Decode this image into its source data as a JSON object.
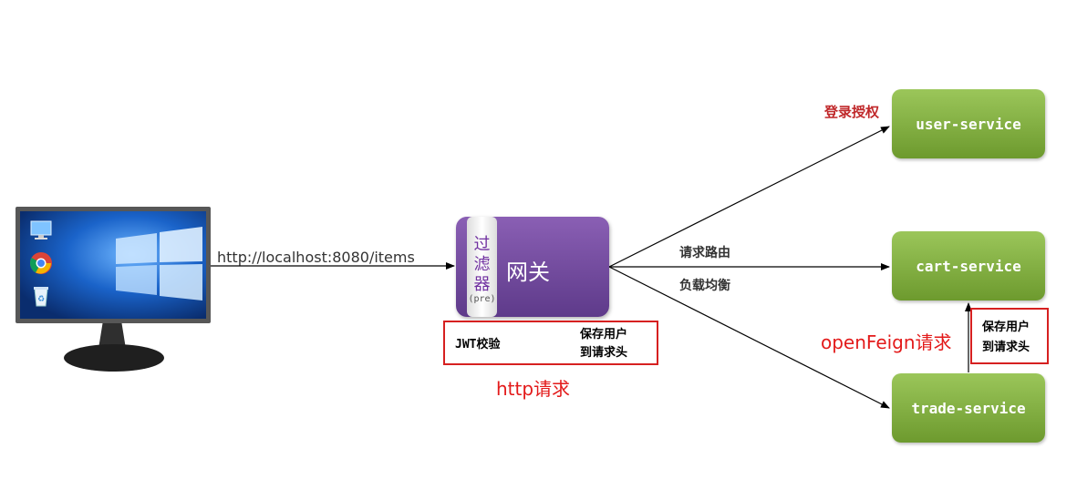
{
  "client": {
    "url_label": "http://localhost:8080/items",
    "icons": [
      "computer-icon",
      "chrome-icon",
      "recycle-bin-icon"
    ]
  },
  "gateway": {
    "filter_chars": [
      "过",
      "滤",
      "器"
    ],
    "filter_pre": "(pre)",
    "label": "网关"
  },
  "gateway_note": {
    "jwt_label": "JWT校验",
    "save_line1": "保存用户",
    "save_line2": "到请求头",
    "caption": "http请求"
  },
  "routing": {
    "route_label": "请求路由",
    "lb_label": "负载均衡"
  },
  "services": {
    "user": {
      "label": "user-service",
      "annotation": "登录授权"
    },
    "cart": {
      "label": "cart-service"
    },
    "trade": {
      "label": "trade-service"
    }
  },
  "feign": {
    "caption": "openFeign请求",
    "save_line1": "保存用户",
    "save_line2": "到请求头"
  },
  "colors": {
    "gateway": "#7b4fa6",
    "service": "#8ab84a",
    "red": "#e31a1a",
    "screen": "#0f4fa8"
  }
}
